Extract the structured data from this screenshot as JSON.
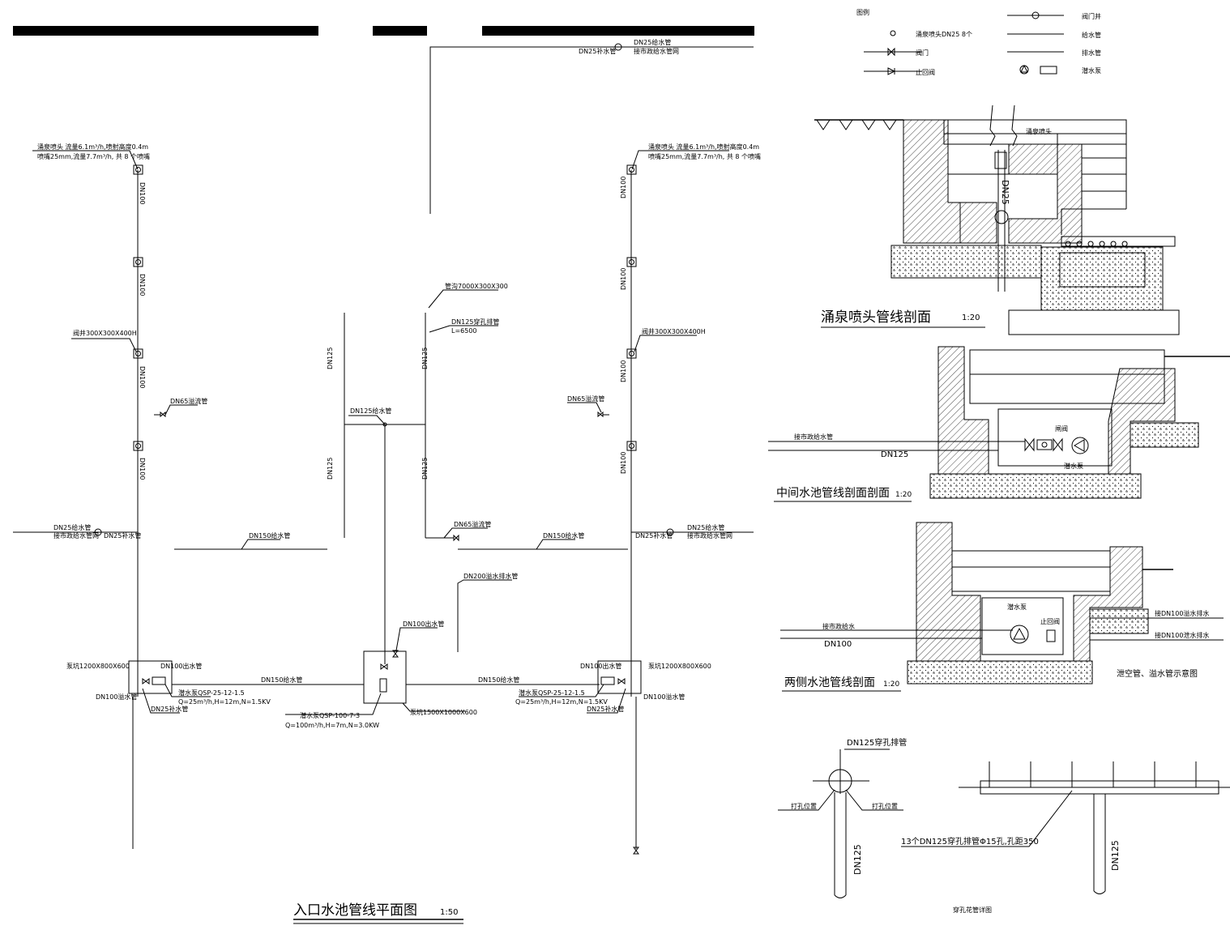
{
  "plan": {
    "title": "入口水池管线平面图",
    "scale": "1:50",
    "left": {
      "nozzle_note1": "涌泉喷头 流量6.1m³/h,喷射高度0.4m",
      "nozzle_note2": "喷嘴25mm,流量7.7m³/h, 共 8 个喷嘴",
      "pipe_dn100": "DN100",
      "pit": "阀井300X300X400H",
      "overflow": "DN65溢流管",
      "supply_a": "DN25给水管",
      "supply_b": "接市政给水管网",
      "supply_c": "DN25补水管",
      "main": "DN150给水管",
      "pump_pit": "泵坑1200X800X600",
      "dn100": "DN100出水管",
      "pump_model": "潜水泵QSP-25-12-1.5",
      "pump_spec": "Q=25m³/h,H=12m,N=1.5KV",
      "drain": "DN100溢水管",
      "dn25": "DN25补水管"
    },
    "right": {
      "nozzle_note1": "涌泉喷头 流量6.1m³/h,喷射高度0.4m",
      "nozzle_note2": "喷嘴25mm,流量7.7m³/h, 共 8 个喷嘴",
      "pipe_dn100": "DN100",
      "pit": "阀井300X300X400H",
      "overflow": "DN65溢流管",
      "supply_a": "DN25给水管",
      "supply_b": "接市政给水管网",
      "supply_c": "DN25补水管",
      "main": "DN150给水管",
      "pump_pit": "泵坑1200X800X600",
      "dn100": "DN100出水管",
      "pump_model": "潜水泵QSP-25-12-1.5",
      "pump_spec": "Q=25m³/h,H=12m,N=1.5KV",
      "drain": "DN100溢水管",
      "dn25": "DN25补水管",
      "top_a": "DN25给水管",
      "top_b": "接市政给水管网",
      "top_c": "DN25补水管"
    },
    "center": {
      "trench": "管沟7000X300X300",
      "pipe_dn125": "DN125穿孔排管",
      "length": "L=6500",
      "dn125_v": "DN125",
      "dn125_tee": "DN125给水管",
      "dn65": "DN65溢流管",
      "dn200": "DN200溢水排水管",
      "dn100_top": "DN100出水管",
      "main_left": "DN150给水管",
      "main_right": "DN150给水管",
      "pump_model": "潜水泵QSP-100-7-3",
      "pump_spec": "Q=100m³/h,H=7m,N=3.0KW",
      "pump_pit": "泵坑1500X1000X600"
    }
  },
  "legend": {
    "header": "图例",
    "items": [
      "涌泉喷头DN25  8个",
      "阀门",
      "止回阀",
      "阀门井",
      "给水管",
      "排水管",
      "潜水泵"
    ]
  },
  "section1": {
    "title": "涌泉喷头管线剖面",
    "scale": "1:20",
    "nozzle": "涌泉喷头",
    "pipe": "DN25"
  },
  "section2": {
    "title": "中间水池管线剖面剖面",
    "scale": "1:20",
    "inlet": "接市政给水管",
    "pipe": "DN125",
    "valve": "闸阀",
    "pump": "潜水泵"
  },
  "section3": {
    "title": "两侧水池管线剖面",
    "scale": "1:20",
    "inlet": "接市政给水",
    "pipe": "DN100",
    "pump": "潜水泵",
    "valve": "止回阀",
    "out1": "接DN100溢水排水",
    "out2": "接DN100泄水排水",
    "note": "泄空管、溢水管示意图"
  },
  "detail": {
    "title": "穿孔花管详图",
    "dn125_label": "DN125穿孔排管",
    "left_hole": "打孔位置",
    "right_hole": "打孔位置",
    "dn125_a": "DN125",
    "dn125_b": "DN125",
    "note": "13个DN125穿孔排管Φ15孔,孔距350"
  }
}
